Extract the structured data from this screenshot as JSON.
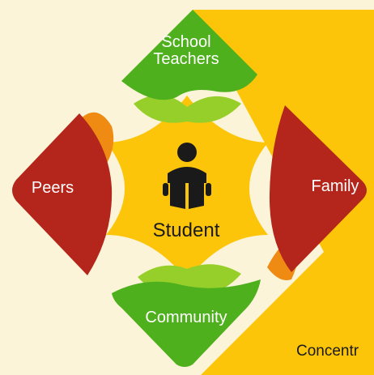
{
  "diagram": {
    "center_label": "Student",
    "center_icon": "student-reading-icon",
    "top_label": "School\nTeachers",
    "left_label": "Peers",
    "right_label": "Family",
    "bottom_label": "Community",
    "footer_text": "Concentr"
  },
  "colors": {
    "background": "#fbf4d9",
    "yellow": "#fdc50a",
    "green": "#4fb01e",
    "light_green": "#97cf2a",
    "red": "#b4261b",
    "orange": "#ef8a12",
    "ink": "#1a1a1a"
  }
}
